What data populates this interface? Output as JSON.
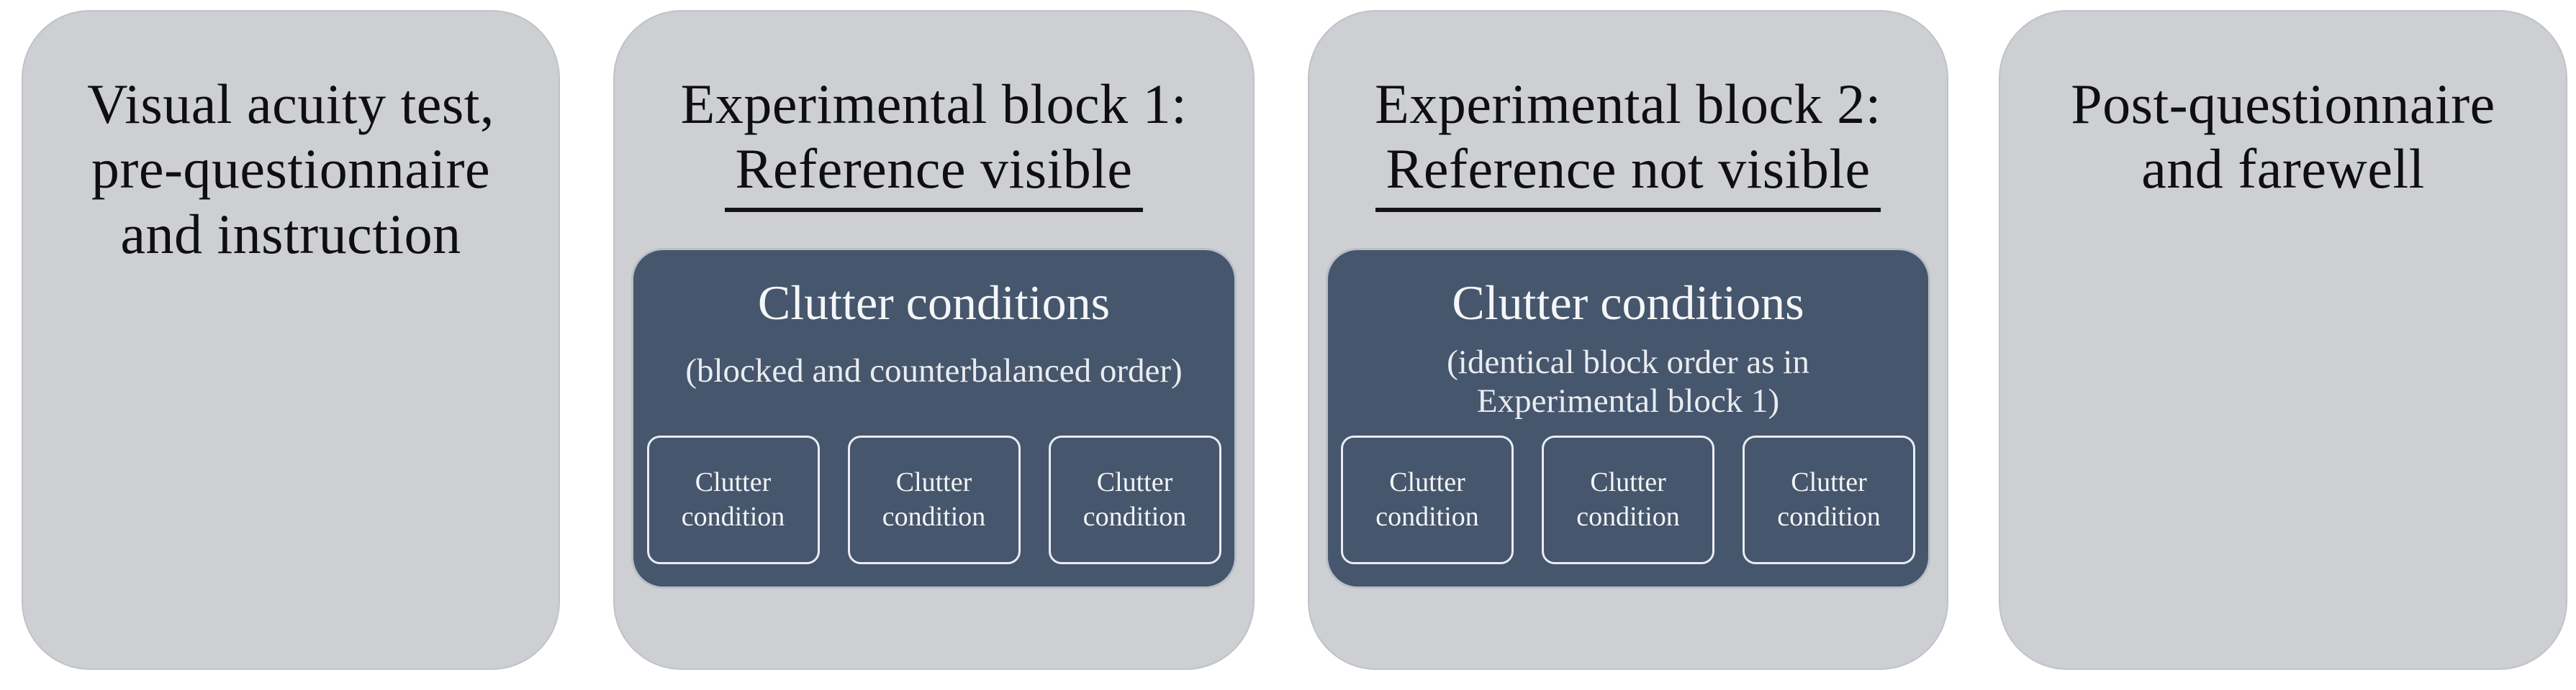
{
  "figure": {
    "description_colors": {
      "stage_fill": "#cdcfd3",
      "panel_fill": "#46566c",
      "heading_text": "#0f0f0f",
      "panel_text": "#f2f4f7",
      "chip_border": "#e9ecf0",
      "background": "#ffffff"
    }
  },
  "stages": [
    {
      "heading": {
        "line1": "Visual acuity test,",
        "line2": "pre-questionnaire",
        "line3": "and instruction"
      }
    },
    {
      "heading": {
        "line1": "Experimental block 1:",
        "underline": "Reference visible"
      },
      "panel": {
        "title": "Clutter conditions",
        "subtitle_line1": "(blocked and counterbalanced order)",
        "chips": [
          {
            "line1": "Clutter",
            "line2": "condition"
          },
          {
            "line1": "Clutter",
            "line2": "condition"
          },
          {
            "line1": "Clutter",
            "line2": "condition"
          }
        ]
      }
    },
    {
      "heading": {
        "line1": "Experimental block 2:",
        "underline": "Reference not visible"
      },
      "panel": {
        "title": "Clutter conditions",
        "subtitle_line1": "(identical block order as in",
        "subtitle_line2": "Experimental block 1)",
        "chips": [
          {
            "line1": "Clutter",
            "line2": "condition"
          },
          {
            "line1": "Clutter",
            "line2": "condition"
          },
          {
            "line1": "Clutter",
            "line2": "condition"
          }
        ]
      }
    },
    {
      "heading": {
        "line1": "Post-questionnaire",
        "line2": "and farewell"
      }
    }
  ]
}
